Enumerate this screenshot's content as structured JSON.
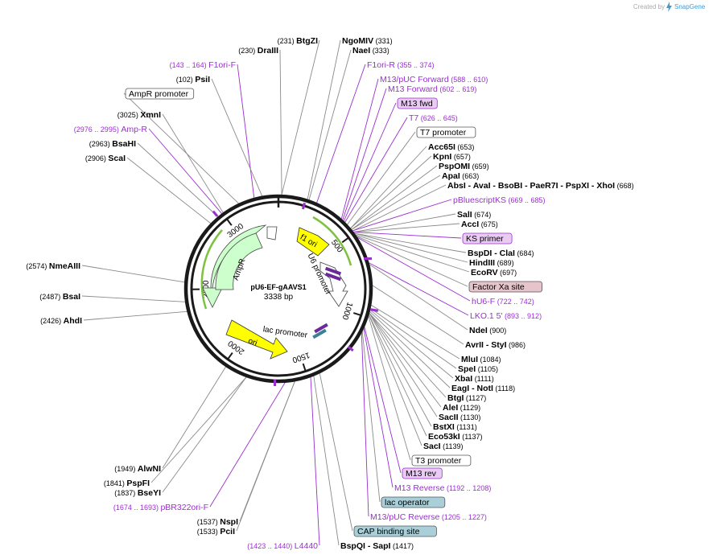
{
  "credit": {
    "prefix": "Created by",
    "brand": "SnapGene"
  },
  "plasmid": {
    "name": "pU6-EF-gAAVS1",
    "length_label": "3338 bp",
    "length": 3338
  },
  "ticks": [
    "500",
    "1000",
    "1500",
    "2000",
    "2500",
    "3000"
  ],
  "features": [
    {
      "label": "f1 ori"
    },
    {
      "label": "U6 promoter"
    },
    {
      "label": "AmpR"
    },
    {
      "label": "lac promoter"
    },
    {
      "label": "ori"
    }
  ],
  "site_labels": [
    {
      "name": "BtgZI",
      "num": "(231)"
    },
    {
      "name": "DraIII",
      "num": "(230)"
    },
    {
      "name": "NgoMIV",
      "num": "(331)"
    },
    {
      "name": "NaeI",
      "num": "(333)"
    },
    {
      "name": "F1ori-F",
      "num": "(143 .. 164)"
    },
    {
      "name": "F1ori-R",
      "num": "(355 .. 374)"
    },
    {
      "name": "PsiI",
      "num": "(102)"
    },
    {
      "name": "M13/pUC Forward",
      "num": "(588 .. 610)"
    },
    {
      "name": "M13 Forward",
      "num": "(602 .. 619)"
    },
    {
      "name": "AmpR promoter",
      "num": ""
    },
    {
      "name": "M13 fwd",
      "num": ""
    },
    {
      "name": "XmnI",
      "num": "(3025)"
    },
    {
      "name": "T7",
      "num": "(626 .. 645)"
    },
    {
      "name": "Amp-R",
      "num": "(2976 .. 2995)"
    },
    {
      "name": "T7 promoter",
      "num": ""
    },
    {
      "name": "BsaHI",
      "num": "(2963)"
    },
    {
      "name": "Acc65I",
      "num": "(653)"
    },
    {
      "name": "ScaI",
      "num": "(2906)"
    },
    {
      "name": "KpnI",
      "num": "(657)"
    },
    {
      "name": "PspOMI",
      "num": "(659)"
    },
    {
      "name": "ApaI",
      "num": "(663)"
    },
    {
      "name": "AbsI - AvaI - BsoBI - PaeR7I - PspXI - XhoI",
      "num": "(668)"
    },
    {
      "name": "pBluescriptKS",
      "num": "(669 .. 685)"
    },
    {
      "name": "SalI",
      "num": "(674)"
    },
    {
      "name": "AccI",
      "num": "(675)"
    },
    {
      "name": "KS primer",
      "num": ""
    },
    {
      "name": "NmeAIII",
      "num": "(2574)"
    },
    {
      "name": "BspDI - ClaI",
      "num": "(684)"
    },
    {
      "name": "HindIII",
      "num": "(689)"
    },
    {
      "name": "EcoRV",
      "num": "(697)"
    },
    {
      "name": "Factor Xa site",
      "num": ""
    },
    {
      "name": "BsaI",
      "num": "(2487)"
    },
    {
      "name": "hU6-F",
      "num": "(722 .. 742)"
    },
    {
      "name": "LKO.1 5'",
      "num": "(893 .. 912)"
    },
    {
      "name": "AhdI",
      "num": "(2426)"
    },
    {
      "name": "NdeI",
      "num": "(900)"
    },
    {
      "name": "AvrII - StyI",
      "num": "(986)"
    },
    {
      "name": "MluI",
      "num": "(1084)"
    },
    {
      "name": "SpeI",
      "num": "(1105)"
    },
    {
      "name": "XbaI",
      "num": "(1111)"
    },
    {
      "name": "EagI - NotI",
      "num": "(1118)"
    },
    {
      "name": "BtgI",
      "num": "(1127)"
    },
    {
      "name": "AleI",
      "num": "(1129)"
    },
    {
      "name": "SacII",
      "num": "(1130)"
    },
    {
      "name": "BstXI",
      "num": "(1131)"
    },
    {
      "name": "Eco53kI",
      "num": "(1137)"
    },
    {
      "name": "SacI",
      "num": "(1139)"
    },
    {
      "name": "T3 promoter",
      "num": ""
    },
    {
      "name": "AlwNI",
      "num": "(1949)"
    },
    {
      "name": "M13 rev",
      "num": ""
    },
    {
      "name": "PspFI",
      "num": "(1841)"
    },
    {
      "name": "M13 Reverse",
      "num": "(1192 .. 1208)"
    },
    {
      "name": "BseYI",
      "num": "(1837)"
    },
    {
      "name": "lac operator",
      "num": ""
    },
    {
      "name": "pBR322ori-F",
      "num": "(1674 .. 1693)"
    },
    {
      "name": "M13/pUC Reverse",
      "num": "(1205 .. 1227)"
    },
    {
      "name": "NspI",
      "num": "(1537)"
    },
    {
      "name": "CAP binding site",
      "num": ""
    },
    {
      "name": "PciI",
      "num": "(1533)"
    },
    {
      "name": "L4440",
      "num": "(1423 .. 1440)"
    },
    {
      "name": "BspQI - SapI",
      "num": "(1417)"
    }
  ],
  "colors": {
    "backbone": "#1a1a1a",
    "enzyme": "#000000",
    "primer": "#9a2fd0",
    "leader": "#8a8a8a",
    "feature_yellow": "#ffff00",
    "feature_green": "#ccffcc",
    "feature_white": "#ffffff",
    "box_primer_fill": "#e8ccf2",
    "box_factor_fill": "#e6c4cc",
    "box_lac_fill": "#a9cfd8",
    "credit_gray": "#aaaaaa",
    "credit_blue": "#3d9ad9"
  }
}
